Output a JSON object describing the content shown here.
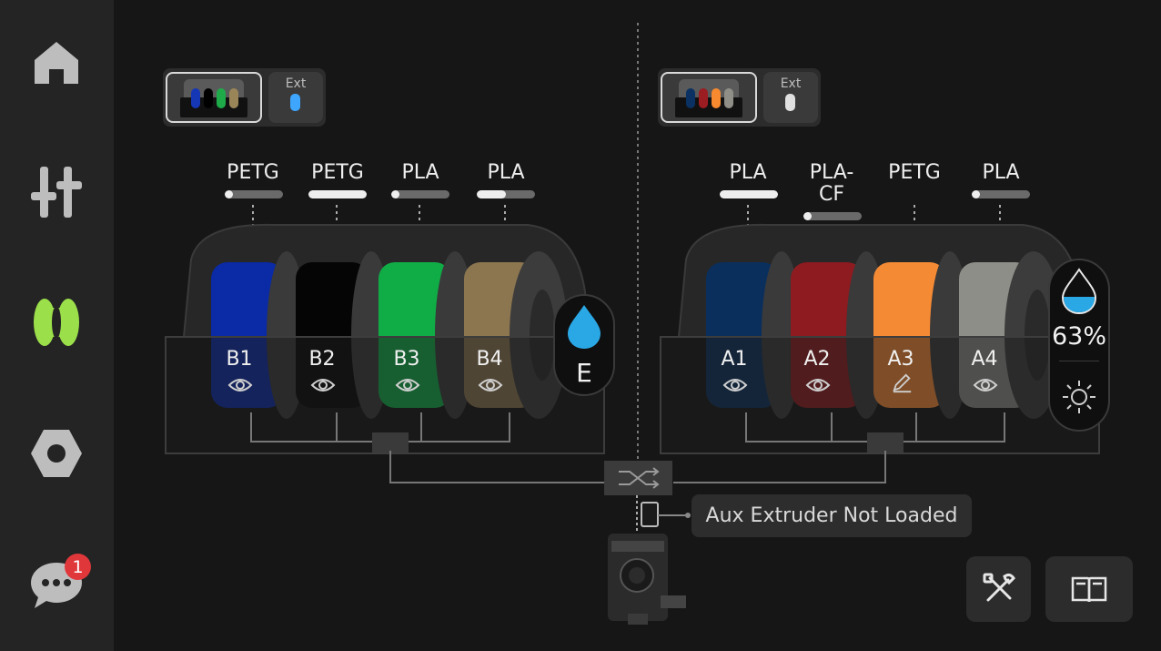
{
  "sidebar": {
    "items": [
      {
        "name": "home",
        "icon": "home-icon"
      },
      {
        "name": "controls",
        "icon": "sliders-icon"
      },
      {
        "name": "filament",
        "icon": "filament-spool-icon",
        "active": true,
        "color": "#9be04a"
      },
      {
        "name": "settings",
        "icon": "hex-nut-icon"
      },
      {
        "name": "messages",
        "icon": "chat-bubble-icon",
        "badge": "1"
      }
    ]
  },
  "units": [
    {
      "id": "B",
      "tabs": {
        "ext_label": "Ext",
        "ext_color": "#3ea6ff",
        "preview_colors": [
          "#1536b5",
          "#000000",
          "#1faa4a",
          "#9a8558"
        ]
      },
      "humidity": {
        "value": "E",
        "icon": "humidity-drop-icon"
      },
      "slots": [
        {
          "label": "B1",
          "material": "PETG",
          "color": "#0a2aa6",
          "remaining": 0.05,
          "icon": "eye-icon"
        },
        {
          "label": "B2",
          "material": "PETG",
          "color": "#050505",
          "remaining": 1.0,
          "icon": "eye-icon"
        },
        {
          "label": "B3",
          "material": "PLA",
          "color": "#10ad47",
          "remaining": 0.05,
          "icon": "eye-icon"
        },
        {
          "label": "B4",
          "material": "PLA",
          "color": "#8c7650",
          "remaining": 0.5,
          "icon": "eye-icon"
        }
      ]
    },
    {
      "id": "A",
      "tabs": {
        "ext_label": "Ext",
        "ext_color": "#e0e0e0",
        "preview_colors": [
          "#0a3161",
          "#9b1c21",
          "#f7892e",
          "#8f8f88"
        ]
      },
      "humidity": {
        "value": "63%",
        "icon": "humidity-drop-icon",
        "extra_icon": "sun-icon"
      },
      "slots": [
        {
          "label": "A1",
          "material": "PLA",
          "color": "#0b2f5c",
          "remaining": 1.0,
          "icon": "eye-icon"
        },
        {
          "label": "A2",
          "material": "PLA-\nCF",
          "color": "#8e1b20",
          "remaining": 0.05,
          "icon": "eye-icon"
        },
        {
          "label": "A3",
          "material": "PETG",
          "color": "#f58a35",
          "remaining": 0.0,
          "icon": "pencil-icon"
        },
        {
          "label": "A4",
          "material": "PLA",
          "color": "#8d8e88",
          "remaining": 0.05,
          "icon": "eye-icon"
        }
      ]
    }
  ],
  "aux": {
    "status": "Aux Extruder Not Loaded"
  },
  "toolbar": {
    "tools_icon": "tools-icon",
    "guide_icon": "book-icon"
  }
}
